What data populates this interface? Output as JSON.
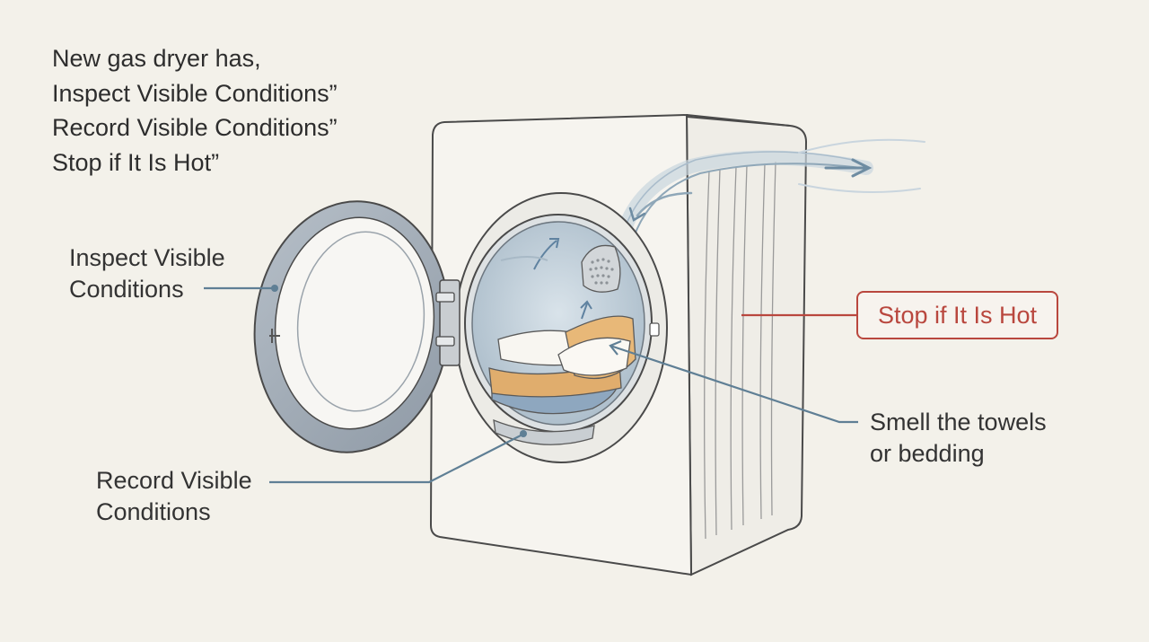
{
  "intro": {
    "lines": [
      "New gas dryer has,",
      "Inspect Visible Conditions”",
      "Record Visible Conditions”",
      "Stop if It Is Hot”"
    ]
  },
  "callouts": {
    "door": [
      "Inspect Visible",
      "Conditions"
    ],
    "filter": [
      "Record Visible",
      "Conditions"
    ],
    "towels": [
      "Smell the towels",
      "or bedding"
    ],
    "hot": "Stop if It Is Hot"
  },
  "colors": {
    "background": "#f3f1ea",
    "leader": "#5f7f95",
    "warning": "#b9473e",
    "airflow": "#7d9bb0"
  },
  "icons": [
    "dryer-illustration",
    "airflow-arrow-icon",
    "towel-stack-icon",
    "lint-filter-icon"
  ]
}
